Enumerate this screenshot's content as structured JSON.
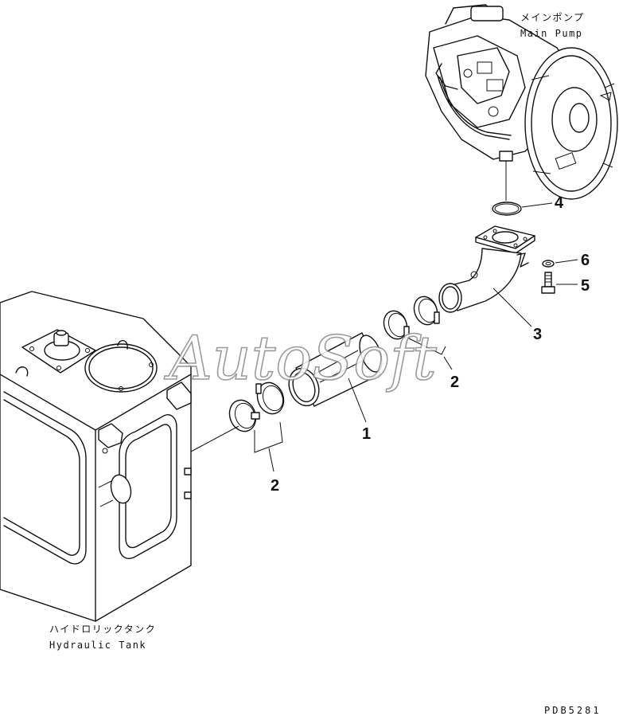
{
  "labels": {
    "pump_jp": "メインポンプ",
    "pump_en": "Main Pump",
    "tank_jp": "ハイドロリックタンク",
    "tank_en": "Hydraulic Tank"
  },
  "callouts": {
    "tube": "1",
    "clamp_upper": "2",
    "clamp_lower": "2",
    "elbow": "3",
    "oring": "4",
    "bolt": "5",
    "washer": "6"
  },
  "watermark": "AutoSoft",
  "drawing_code": "PDB5281"
}
